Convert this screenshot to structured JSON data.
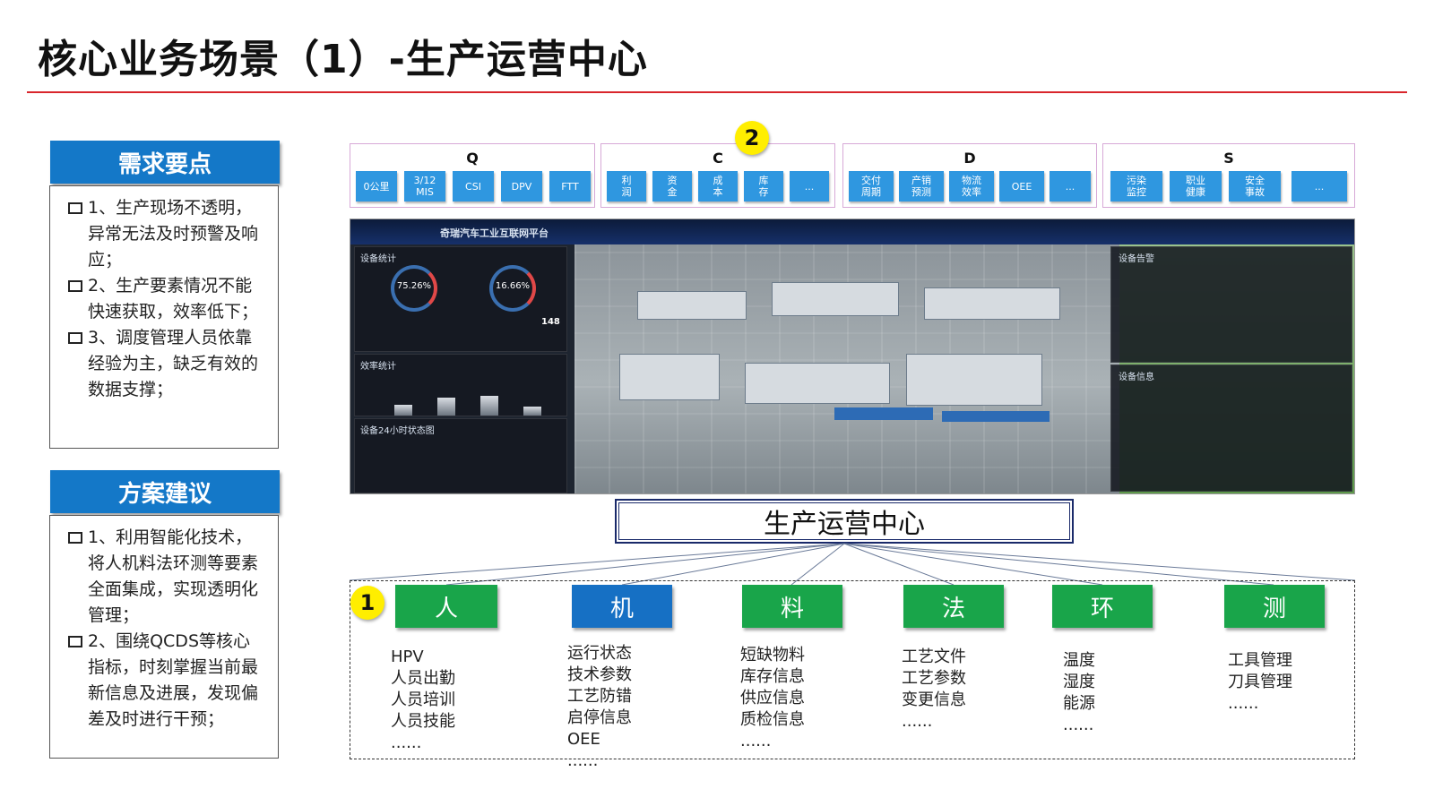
{
  "title": "核心业务场景（1）-生产运营中心",
  "requirements": {
    "heading": "需求要点",
    "items": [
      "1、生产现场不透明，异常无法及时预警及响应；",
      "2、生产要素情况不能快速获取，效率低下；",
      "3、调度管理人员依靠经验为主，缺乏有效的数据支撑；"
    ]
  },
  "solutions": {
    "heading": "方案建议",
    "items": [
      "1、利用智能化技术，将人机料法环测等要素全面集成，实现透明化管理；",
      "2、围绕QCDS等核心指标，时刻掌握当前最新信息及进展，发现偏差及时进行干预；"
    ]
  },
  "badges": [
    "1",
    "2"
  ],
  "qcds": [
    {
      "label": "Q",
      "buttons": [
        "0公里",
        "3/12\nMIS",
        "CSI",
        "DPV",
        "FTT"
      ]
    },
    {
      "label": "C",
      "buttons": [
        "利\n润",
        "资\n金",
        "成\n本",
        "库\n存",
        "..."
      ]
    },
    {
      "label": "D",
      "buttons": [
        "交付\n周期",
        "产销\n预测",
        "物流\n效率",
        "OEE",
        "..."
      ]
    },
    {
      "label": "S",
      "buttons": [
        "污染\n监控",
        "职业\n健康",
        "安全\n事故",
        "..."
      ]
    }
  ],
  "dashboard": {
    "platform_title": "奇瑞汽车工业互联网平台",
    "panel_stats": "设备统计",
    "gauge1": "75.26%",
    "gauge2": "16.66%",
    "count": "148",
    "panel_eff": "效率统计",
    "panel_24h": "设备24小时状态图",
    "panel_alarm": "设备告警",
    "panel_info": "设备信息"
  },
  "center_title": "生产运营中心",
  "categories": [
    {
      "label": "人",
      "color": "#19a54a",
      "items": [
        "HPV",
        "人员出勤",
        "人员培训",
        "人员技能",
        "......"
      ]
    },
    {
      "label": "机",
      "color": "#1670c4",
      "items": [
        "运行状态",
        "技术参数",
        "工艺防错",
        "启停信息",
        "OEE",
        "......"
      ]
    },
    {
      "label": "料",
      "color": "#19a54a",
      "items": [
        "短缺物料",
        "库存信息",
        "供应信息",
        "质检信息",
        "......"
      ]
    },
    {
      "label": "法",
      "color": "#19a54a",
      "items": [
        "工艺文件",
        "工艺参数",
        "变更信息",
        "......"
      ]
    },
    {
      "label": "环",
      "color": "#19a54a",
      "items": [
        "温度",
        "湿度",
        "能源",
        "......"
      ]
    },
    {
      "label": "测",
      "color": "#19a54a",
      "items": [
        "工具管理",
        "刀具管理",
        "......"
      ]
    }
  ]
}
